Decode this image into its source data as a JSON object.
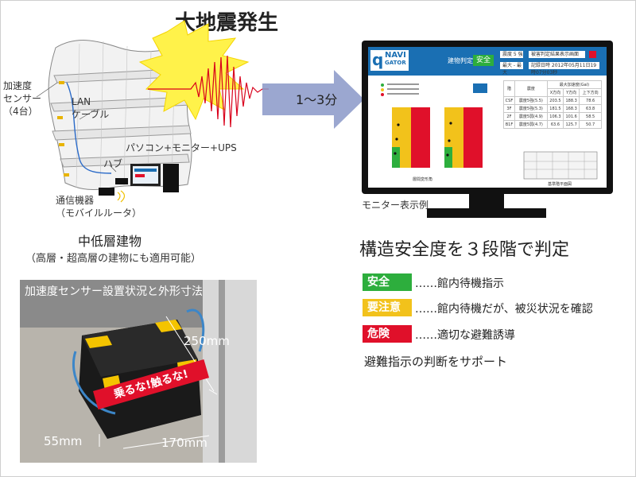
{
  "headline": "大地震発生",
  "arrow_label": "1～3分",
  "building": {
    "sensor_label": [
      "加速度",
      "センサー",
      "（4台）"
    ],
    "lan_label": [
      "LAN",
      "ケーブル"
    ],
    "pc_label": "パソコン+モニター+UPS",
    "hub_label": "ハブ",
    "router_label": [
      "通信機器",
      "（モバイルルータ）"
    ],
    "title": "中低層建物",
    "subtitle": "（高層・超高層の建物にも適用可能）"
  },
  "photo": {
    "caption": "加速度センサー設置状況と外形寸法",
    "dim_depth": "250mm",
    "dim_height": "55mm",
    "dim_width": "170mm",
    "sticker": "乗るな!触るな!"
  },
  "monitor": {
    "caption": "モニター表示例",
    "logo_q": "q",
    "logo_line1": "NAVI",
    "logo_line2": "GATOR",
    "judge_label": "建物判定",
    "judge_value": "安全",
    "header_fields": [
      "震度 5 強",
      "最大 - 最大",
      "被害判定結果表示画面",
      "記録日時 2012年05月11日19時07分03秒"
    ],
    "left_caption": "層間変形角",
    "right_caption": "基準階平面図",
    "table": {
      "headers": [
        "階",
        "震度",
        "最大加速度(Gal)"
      ],
      "subheaders": [
        "X方向",
        "Y方向",
        "上下方向"
      ],
      "rows": [
        [
          "CSF",
          "震度5強(5.5)",
          "203.5",
          "188.3",
          "78.6"
        ],
        [
          "3F",
          "震度5強(5.3)",
          "181.5",
          "168.3",
          "63.8"
        ],
        [
          "2F",
          "震度5弱(4.9)",
          "106.3",
          "101.6",
          "58.5"
        ],
        [
          "B1F",
          "震度5弱(4.7)",
          "63.6",
          "125.7",
          "50.7"
        ]
      ]
    }
  },
  "judgement": {
    "heading": "構造安全度を３段階で判定",
    "levels": [
      {
        "label": "安全",
        "desc": "……館内待機指示",
        "color": "#2dae3d"
      },
      {
        "label": "要注意",
        "desc": "……館内待機だが、被災状況を確認",
        "color": "#f2c21b"
      },
      {
        "label": "危険",
        "desc": "……適切な避難誘導",
        "color": "#e0102a"
      }
    ],
    "support": "避難指示の判断をサポート"
  }
}
